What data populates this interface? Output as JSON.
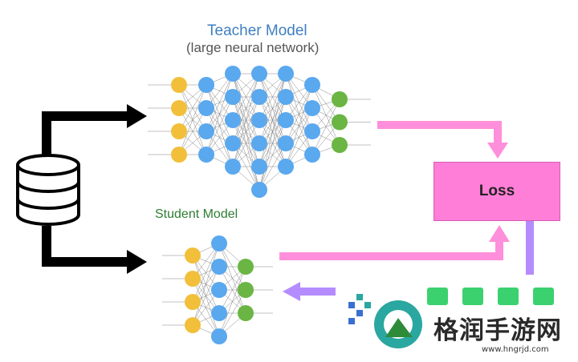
{
  "teacher": {
    "title": "Teacher Model",
    "subtitle": "(large neural network)"
  },
  "student": {
    "title": "Student Model"
  },
  "loss": {
    "label": "Loss"
  },
  "watermark": {
    "title": "格润手游网",
    "url": "www.hngrjd.com"
  },
  "colors": {
    "input_node": "#f2bf3a",
    "hidden_node": "#5aa8ee",
    "output_node": "#6ab544",
    "edge": "#666666",
    "arrow_black": "#000000",
    "arrow_pink": "#ff8fdb",
    "arrow_purple": "#b48cff",
    "loss_fill": "#ff7fd8"
  }
}
